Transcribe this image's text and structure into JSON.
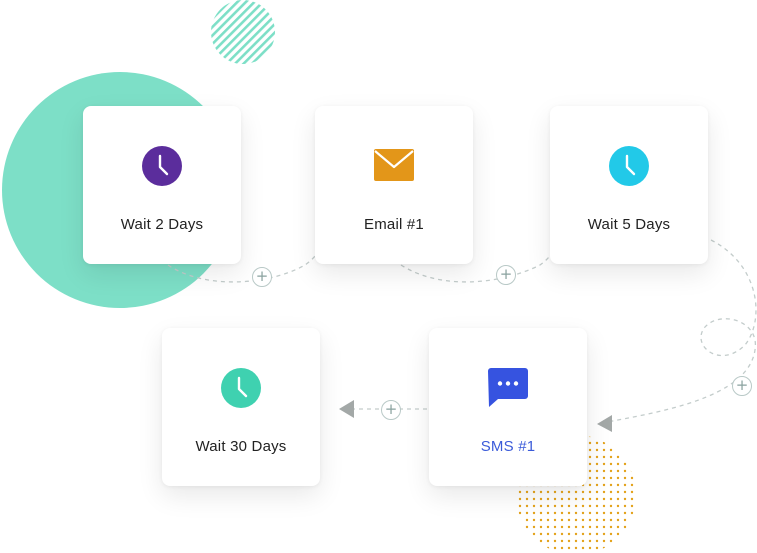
{
  "cards": [
    {
      "label": "Wait 2 Days",
      "icon": "clock-icon",
      "icon_color": "#5b2d9c"
    },
    {
      "label": "Email #1",
      "icon": "envelope-icon",
      "icon_color": "#e39619"
    },
    {
      "label": "Wait 5 Days",
      "icon": "clock-icon",
      "icon_color": "#22c9e8"
    },
    {
      "label": "SMS #1",
      "icon": "chat-bubble-icon",
      "icon_color": "#3653e0",
      "label_color": "#3b5bd9"
    },
    {
      "label": "Wait 30 Days",
      "icon": "clock-icon",
      "icon_color": "#3fd1b0"
    }
  ],
  "add_button_symbol": "+",
  "colors": {
    "teal_circle": "#7ddfc7",
    "stripes": "#7ddfc7",
    "dots": "#e3a21a",
    "connector": "#c3cccb",
    "arrowhead": "#a3a8a7"
  }
}
